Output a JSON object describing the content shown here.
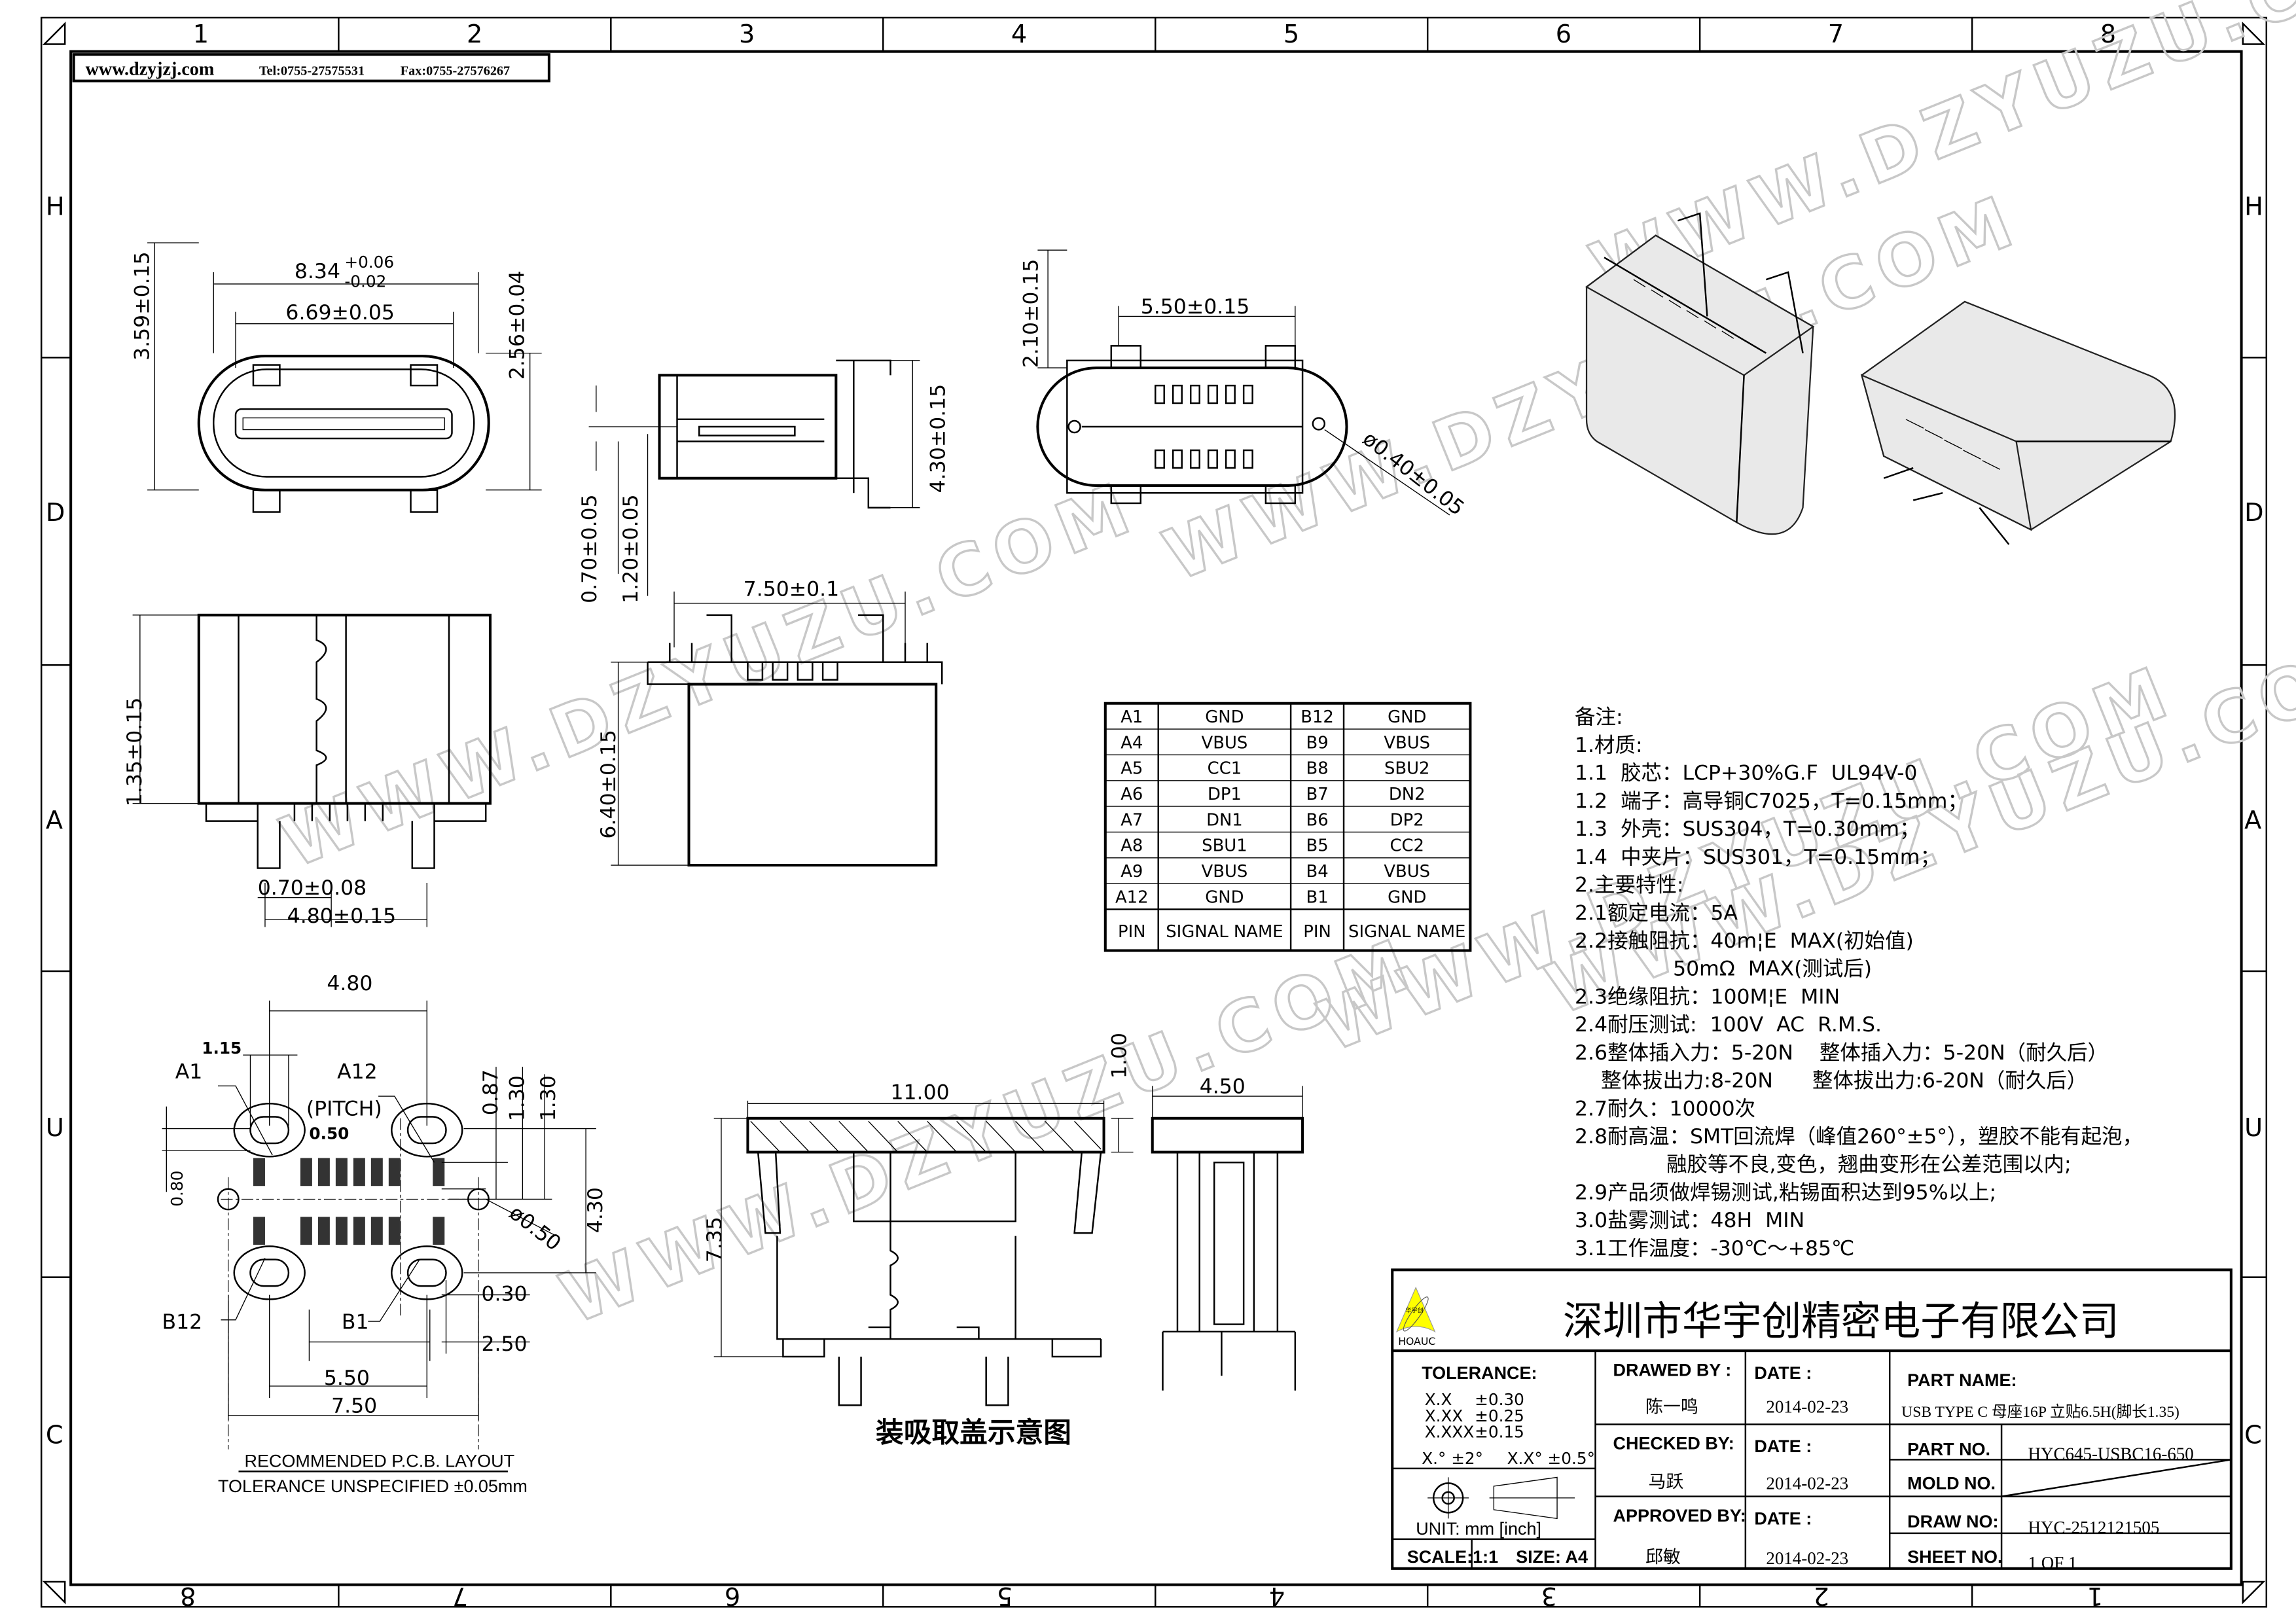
{
  "header": {
    "website": "www.dzyjzj.com",
    "tel": "Tel:0755-27575531",
    "fax": "Fax:0755-27576267"
  },
  "grid": {
    "columns_top": [
      "1",
      "2",
      "3",
      "4",
      "5",
      "6",
      "7",
      "8"
    ],
    "columns_bottom": [
      "8",
      "7",
      "6",
      "5",
      "4",
      "3",
      "2",
      "1"
    ],
    "rows": [
      "H",
      "D",
      "A",
      "U",
      "C"
    ]
  },
  "watermark": "WWW.DZYUZU.COM",
  "dims": {
    "front_width": "8.34",
    "front_width_tol_plus": "+0.06",
    "front_width_tol_minus": "-0.02",
    "front_inner": "6.69±0.05",
    "front_height": "3.59±0.15",
    "front_shell_height": "2.56±0.04",
    "side_pin1": "0.70±0.05",
    "side_pin2": "1.20±0.05",
    "side_height": "4.30±0.15",
    "top_width": "5.50±0.15",
    "top_height": "2.10±0.15",
    "top_hole": "ø0.40±0.05",
    "bottom_height": "1.35±0.15",
    "bottom_pitch": "0.70±0.08",
    "bottom_span": "4.80±0.15",
    "center_width": "7.50±0.1",
    "center_height": "6.40±0.15",
    "cap_width": "11.00",
    "cap_thick": "1.00",
    "cap_height": "7.35",
    "cap_side": "4.50"
  },
  "pcb": {
    "d_480": "4.80",
    "d_115": "1.15",
    "a1": "A1",
    "a12": "A12",
    "pitch": "(PITCH)",
    "d_050": "0.50",
    "d_080": "0.80",
    "d_087": "0.87",
    "d_130a": "1.30",
    "d_130b": "1.30",
    "d_430": "4.30",
    "hole": "ø0.50",
    "d_030": "0.30",
    "d_250": "2.50",
    "d_550": "5.50",
    "d_750": "7.50",
    "b12": "B12",
    "b1": "B1",
    "title": "RECOMMENDED   P.C.B.  LAYOUT",
    "tolerance": "TOLERANCE  UNSPECIFIED  ±0.05mm"
  },
  "cap_caption": "装吸取盖示意图",
  "pin_table": {
    "rows": [
      [
        "A1",
        "GND",
        "B12",
        "GND"
      ],
      [
        "A4",
        "VBUS",
        "B9",
        "VBUS"
      ],
      [
        "A5",
        "CC1",
        "B8",
        "SBU2"
      ],
      [
        "A6",
        "DP1",
        "B7",
        "DN2"
      ],
      [
        "A7",
        "DN1",
        "B6",
        "DP2"
      ],
      [
        "A8",
        "SBU1",
        "B5",
        "CC2"
      ],
      [
        "A9",
        "VBUS",
        "B4",
        "VBUS"
      ],
      [
        "A12",
        "GND",
        "B1",
        "GND"
      ]
    ],
    "header": [
      "PIN",
      "SIGNAL NAME",
      "PIN",
      "SIGNAL NAME"
    ]
  },
  "notes": [
    "备注:",
    "1.材质:",
    "1.1  胶芯：LCP+30%G.F  UL94V-0",
    "1.2  端子：高导铜C7025，T=0.15mm；",
    "1.3  外壳：SUS304，T=0.30mm；",
    "1.4  中夹片：SUS301，T=0.15mm；",
    "2.主要特性:",
    "2.1额定电流：5A",
    "2.2接触阻抗：40m¦E  MAX(初始值)",
    "               50mΩ  MAX(测试后)",
    "2.3绝缘阻抗：100M¦E  MIN",
    "2.4耐压测试:  100V  AC  R.M.S.",
    "2.6整体插入力：5-20N    整体插入力：5-20N（耐久后）",
    "    整体拔出力:8-20N      整体拔出力:6-20N（耐久后）",
    "2.7耐久：10000次",
    "2.8耐高温：SMT回流焊（峰值260°±5°），塑胶不能有起泡，",
    "              融胶等不良,变色，翘曲变形在公差范围以内;",
    "2.9产品须做焊锡测试,粘锡面积达到95%以上;",
    "3.0盐雾测试：48H  MIN",
    "3.1工作温度：-30℃～+85℃"
  ],
  "title_block": {
    "company": "深圳市华宇创精密电子有限公司",
    "logo_text": "HOAUC",
    "logo_cn": "华宇创",
    "logo_color": "#ffff00",
    "tolerance_label": "TOLERANCE:",
    "tol": [
      [
        "X.X",
        "±0.30"
      ],
      [
        "X.XX",
        "±0.25"
      ],
      [
        "X.XXX",
        "±0.15"
      ]
    ],
    "angle_tol_1": "X.° ±2°",
    "angle_tol_2": "X.X° ±0.5°",
    "unit": "UNIT:  mm  [inch]",
    "scale": "SCALE:1:1",
    "size": "SIZE:  A4",
    "drawed_by_label": "DRAWED  BY  :",
    "drawed_by": "陈一鸣",
    "checked_by_label": "CHECKED  BY:",
    "checked_by": "马跃",
    "approved_by_label": "APPROVED  BY:",
    "approved_by": "邱敏",
    "date_label": "DATE  :",
    "date1": "2014-02-23",
    "date2": "2014-02-23",
    "date3": "2014-02-23",
    "part_name_label": "PART  NAME:",
    "part_name": "USB TYPE C 母座16P 立贴6.5H(脚长1.35)",
    "part_no_label": "PART  NO.",
    "part_no": "HYC645-USBC16-650",
    "mold_no_label": "MOLD  NO.",
    "draw_no_label": "DRAW  NO:",
    "draw_no": "HYC-2512121505",
    "sheet_no_label": "SHEET  NO.",
    "sheet_no": "1  OF  1"
  }
}
